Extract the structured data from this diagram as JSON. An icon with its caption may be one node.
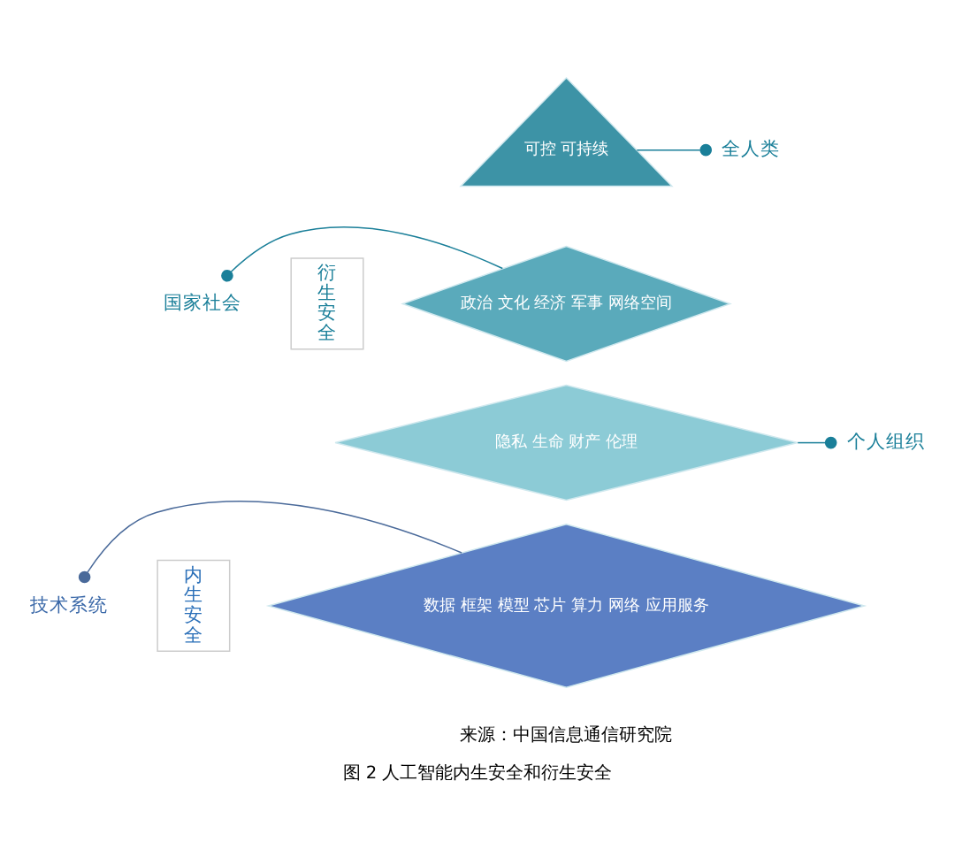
{
  "diagram": {
    "caption": "图 2 人工智能内生安全和衍生安全",
    "nodes": [
      {
        "text": [
          "可控 可持续"
        ]
      },
      {
        "text": [
          "全人类"
        ]
      },
      {
        "text": [
          "国家社会"
        ]
      },
      {
        "text": [
          "政治 文化 经济 军事 网络空间"
        ]
      },
      {
        "text": [
          "个人组织"
        ]
      },
      {
        "text": [
          "隐私 生命 财产 伦理"
        ]
      },
      {
        "text": [
          "数据 框架 模型 芯片 算力 网络 应用服务"
        ]
      },
      {
        "text": [
          "技术系统"
        ]
      }
    ],
    "edges": [
      {
        "from": 1,
        "to": 0,
        "arrow": "other"
      },
      {
        "from": 2,
        "to": 3,
        "arrow": "other"
      },
      {
        "from": 4,
        "to": 5,
        "arrow": "other"
      },
      {
        "from": 7,
        "to": 6,
        "arrow": "other",
        "color": "#4a6a9a"
      }
    ],
    "labels": [
      "衍生安全",
      "内生安全",
      "来源：中国信息通信研究院"
    ]
  }
}
